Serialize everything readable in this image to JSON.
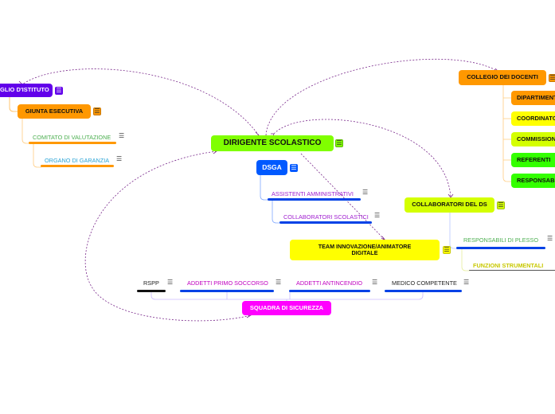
{
  "root": {
    "label": "DIRIGENTE SCOLASTICO"
  },
  "consiglio": {
    "label": "CONSIGLIO D'ISTITUTO"
  },
  "giunta": {
    "label": "GIUNTA ESECUTIVA"
  },
  "comitato": {
    "label": "COMITATO DI VALUTAZIONE"
  },
  "organo": {
    "label": "ORGANO DI GARANZIA"
  },
  "dsga": {
    "label": "DSGA"
  },
  "assistenti": {
    "label": "ASSISTENTI AMMINISTRATIVI"
  },
  "collaboratori_scol": {
    "label": "COLLABORATORI SCOLASTICI"
  },
  "team": {
    "label": "TEAM INNOVAZIONE/ANIMATORE DIGITALE"
  },
  "collaboratori_ds": {
    "label": "COLLABORATORI DEL DS"
  },
  "resp_plesso": {
    "label": "RESPONSABILI DI PLESSO"
  },
  "funzioni": {
    "label": "FUNZIONI STRUMENTALI"
  },
  "collegio": {
    "label": "COLLEGIO DEI DOCENTI"
  },
  "collegio_children": [
    "DIPARTIMENTI",
    "COORDINATORI",
    "COMMISSIONI",
    "REFERENTI",
    "RESPONSABILI"
  ],
  "sicurezza": {
    "label": "SQUADRA DI SICUREZZA"
  },
  "sicurezza_children": [
    "RSPP",
    "ADDETTI PRIMO SOCCORSO",
    "ADDETTI ANTINCENDIO",
    "MEDICO COMPETENTE"
  ],
  "icons": {
    "note": "menu-lines-icon",
    "glyph": "☰"
  },
  "colors": {
    "root": "#80ff00",
    "consiglio": "#6200ea",
    "giunta": "#ff9800",
    "collegio": "#ff9800",
    "dsga": "#0059ff",
    "yellow": "#ffff00",
    "lime": "#d4ff00",
    "green": "#33ff00",
    "magenta": "#ff00ff",
    "blue": "#0041e6",
    "dashed": "#7a2a8c"
  }
}
